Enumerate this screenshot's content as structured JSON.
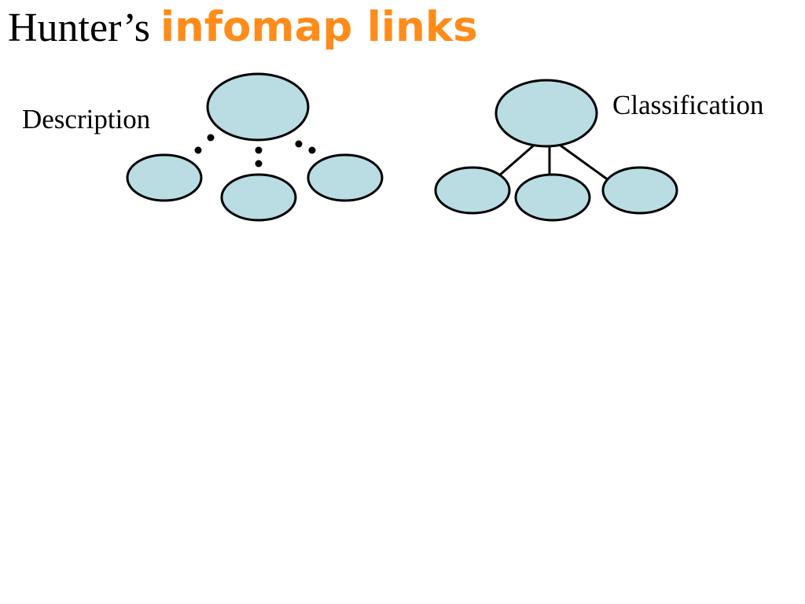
{
  "title": {
    "plain": "Hunter’s ",
    "accent": "infomap links"
  },
  "diagrams": {
    "description": {
      "label": "Description",
      "link_style": "dotted"
    },
    "classification": {
      "label": "Classification",
      "link_style": "solid"
    }
  },
  "colors": {
    "title_accent": "#ff8c1a",
    "node_fill": "#b9dde2",
    "outline": "#000000",
    "background": "#ffffff"
  }
}
